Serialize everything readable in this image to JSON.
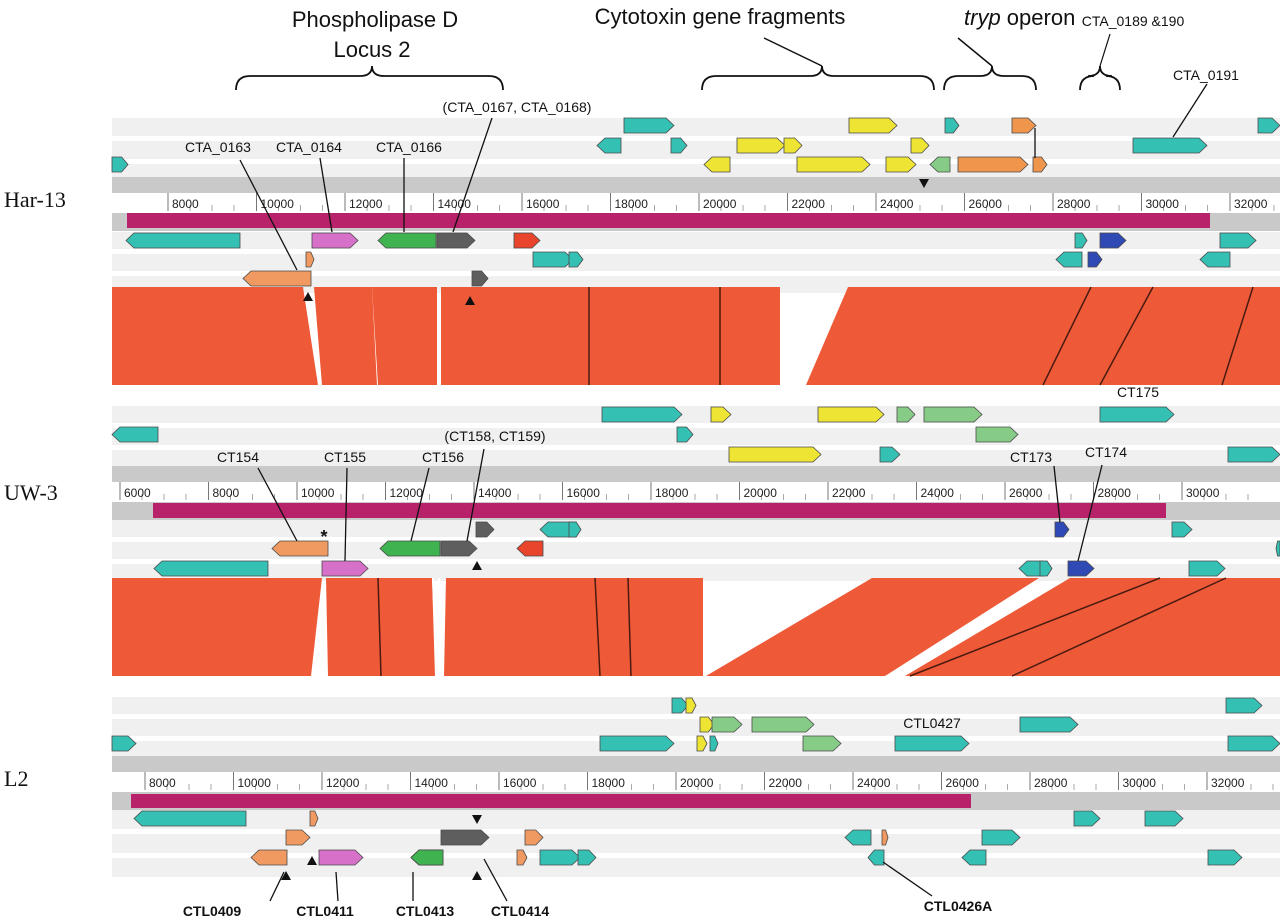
{
  "headers": {
    "pld_line1": "Phospholipase D",
    "pld_line2": "Locus 2",
    "cytotoxin": "Cytotoxin gene fragments",
    "tryp_italic": "tryp",
    "tryp_rest": " operon",
    "cta0189": "CTA_0189 &190",
    "cta0191": "CTA_0191"
  },
  "colors": {
    "track_light": "#f0f0f0",
    "ruler_bar": "#c9c9c9",
    "magenta_bar": "#b8226a",
    "synteny": "#ee5a38",
    "teal": "#35c0b4",
    "yellow": "#ede433",
    "light_green": "#86cc86",
    "orange": "#f0954c",
    "salmon": "#f09a62",
    "pink": "#d770c9",
    "green": "#3fb34f",
    "grey": "#5e5e5e",
    "red": "#e8452c",
    "blue": "#2f49b5"
  },
  "panels": [
    {
      "strain": "Har-13",
      "ticks": [
        "8000",
        "10000",
        "12000",
        "14000",
        "16000",
        "18000",
        "20000",
        "22000",
        "24000",
        "26000",
        "28000",
        "30000",
        "32000"
      ],
      "labels": [
        "CTA_0163",
        "CTA_0164",
        "CTA_0166",
        "(CTA_0167, CTA_0168)"
      ]
    },
    {
      "strain": "UW-3",
      "ticks": [
        "6000",
        "8000",
        "10000",
        "12000",
        "14000",
        "16000",
        "18000",
        "20000",
        "22000",
        "24000",
        "26000",
        "28000",
        "30000"
      ],
      "labels": [
        "CT154",
        "CT155",
        "CT156",
        "(CT158, CT159)",
        "CT173",
        "CT174",
        "CT175"
      ],
      "asterisk": "*"
    },
    {
      "strain": "L2",
      "ticks": [
        "8000",
        "10000",
        "12000",
        "14000",
        "16000",
        "18000",
        "20000",
        "22000",
        "24000",
        "26000",
        "28000",
        "30000",
        "32000"
      ],
      "labels": [
        "CTL0427",
        "CTL0409",
        "CTL0411",
        "CTL0413",
        "CTL0414",
        "CTL0426A"
      ]
    }
  ]
}
